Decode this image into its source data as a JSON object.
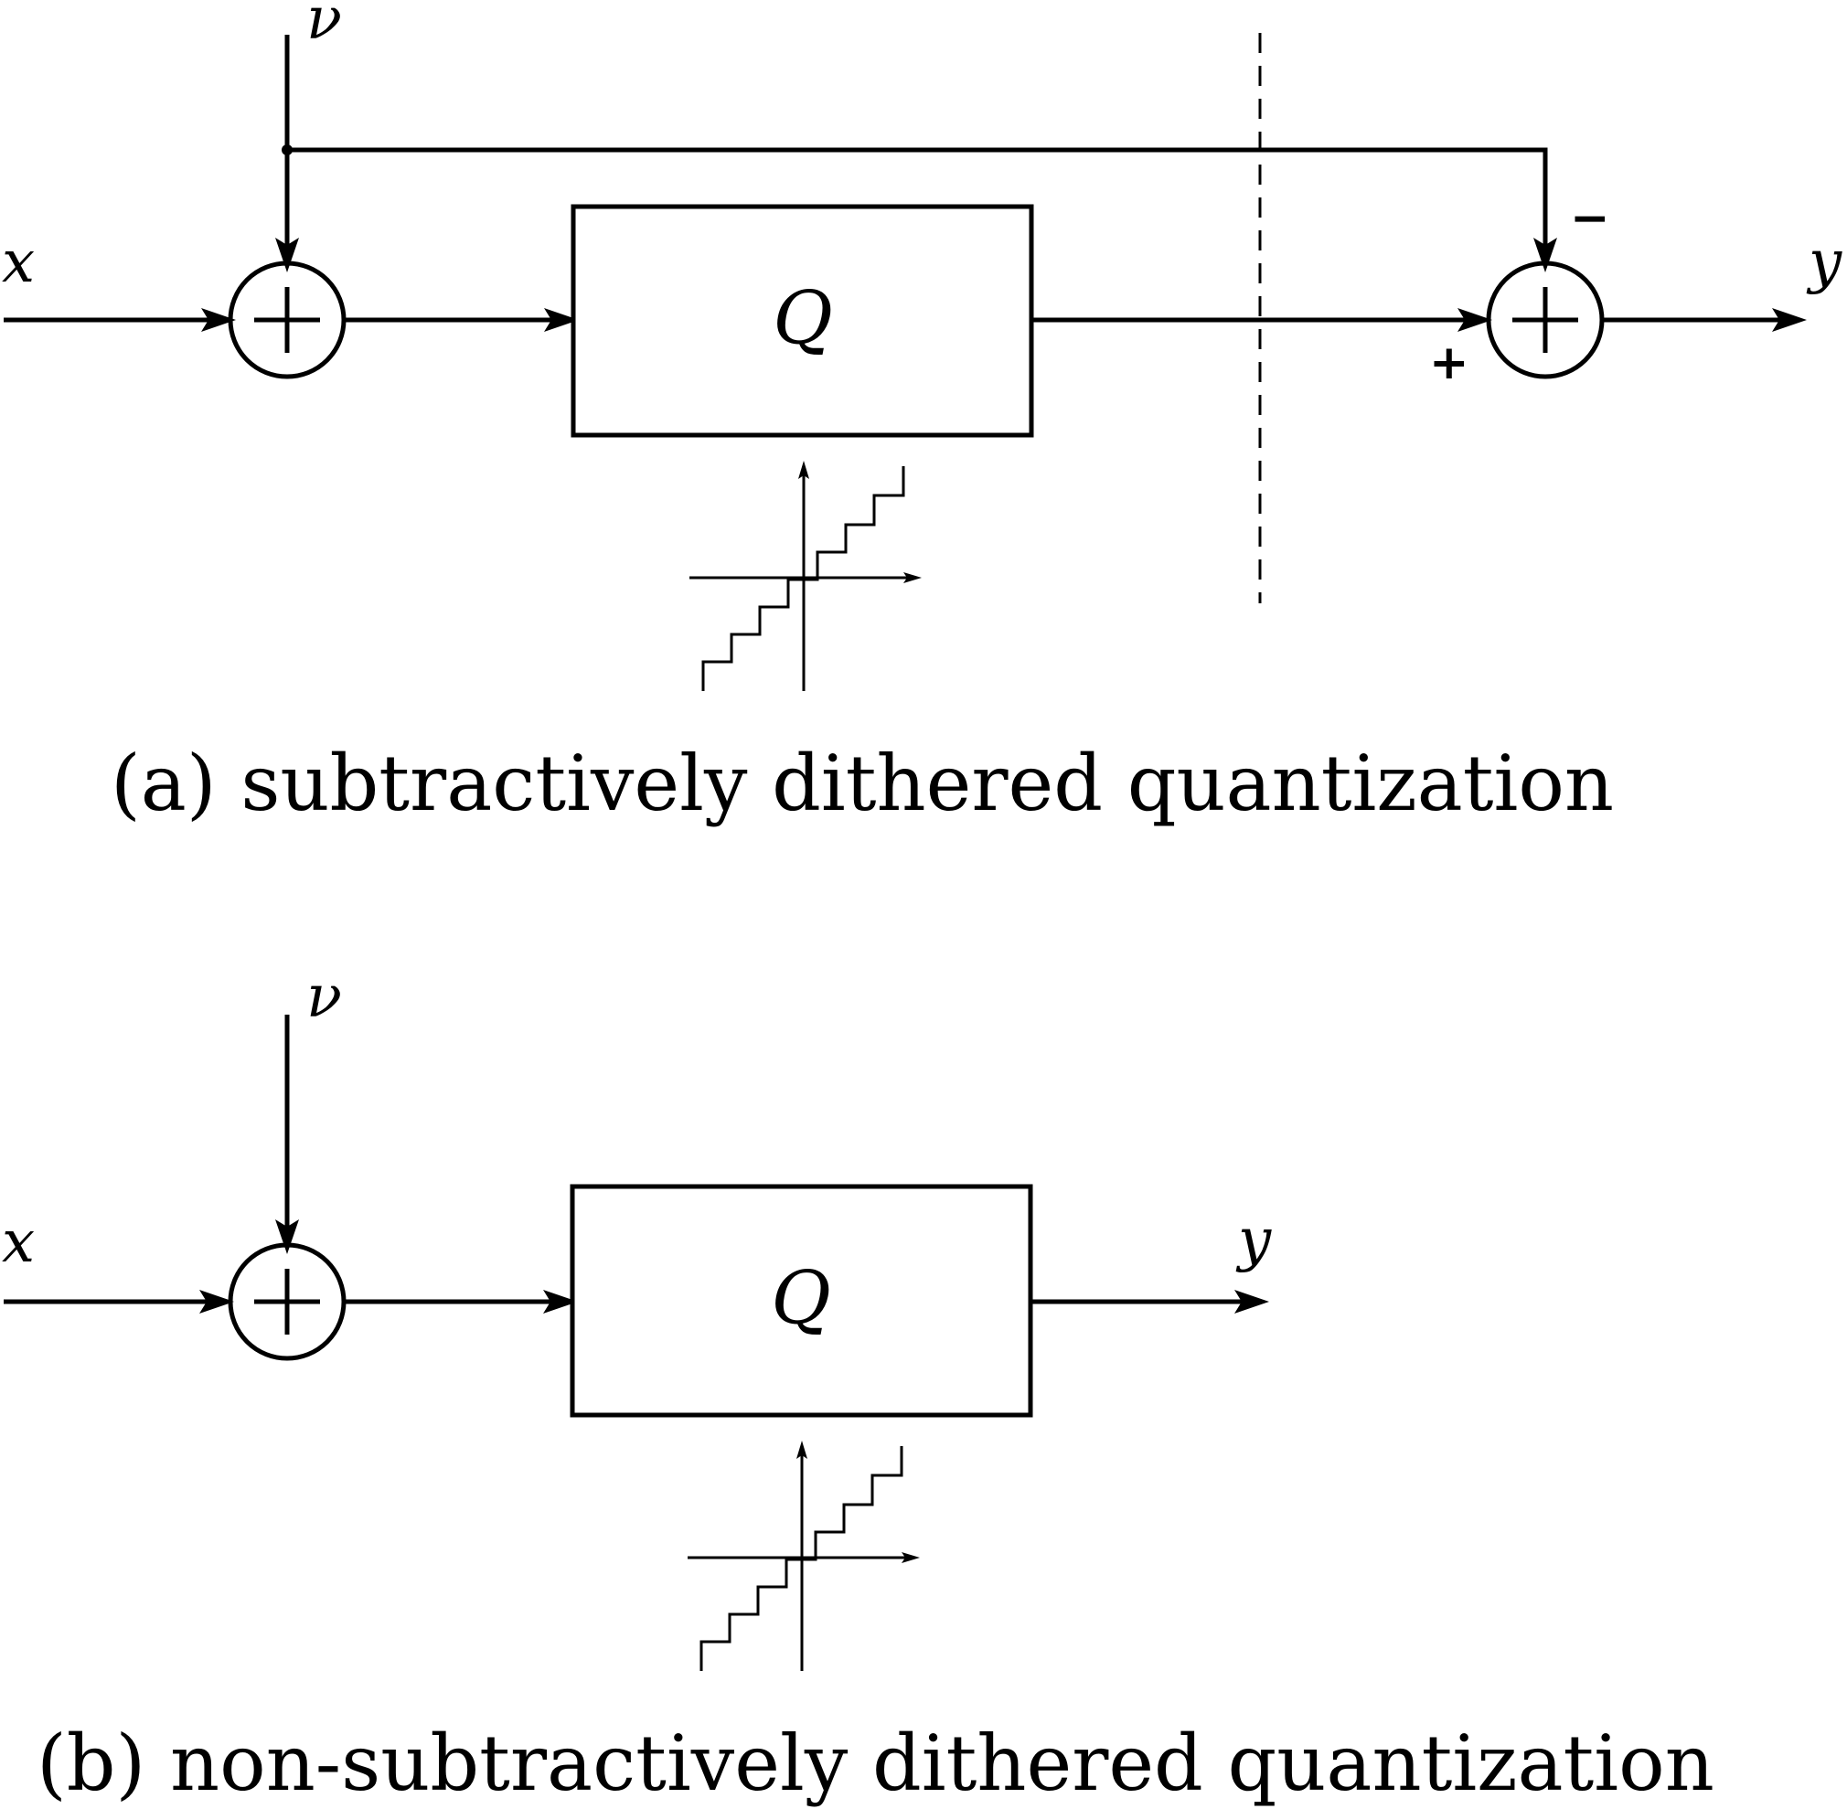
{
  "panel_a": {
    "caption": "(a) subtractively dithered quantization",
    "input_label": "x",
    "dither_label": "ν",
    "output_label": "y",
    "quantizer_label": "Q",
    "adder_symbol": "+",
    "minus_sign": "−",
    "plus_sign": "+"
  },
  "panel_b": {
    "caption": "(b) non-subtractively dithered quantization",
    "input_label": "x",
    "dither_label": "ν",
    "output_label": "y",
    "quantizer_label": "Q",
    "adder_symbol": "+"
  }
}
